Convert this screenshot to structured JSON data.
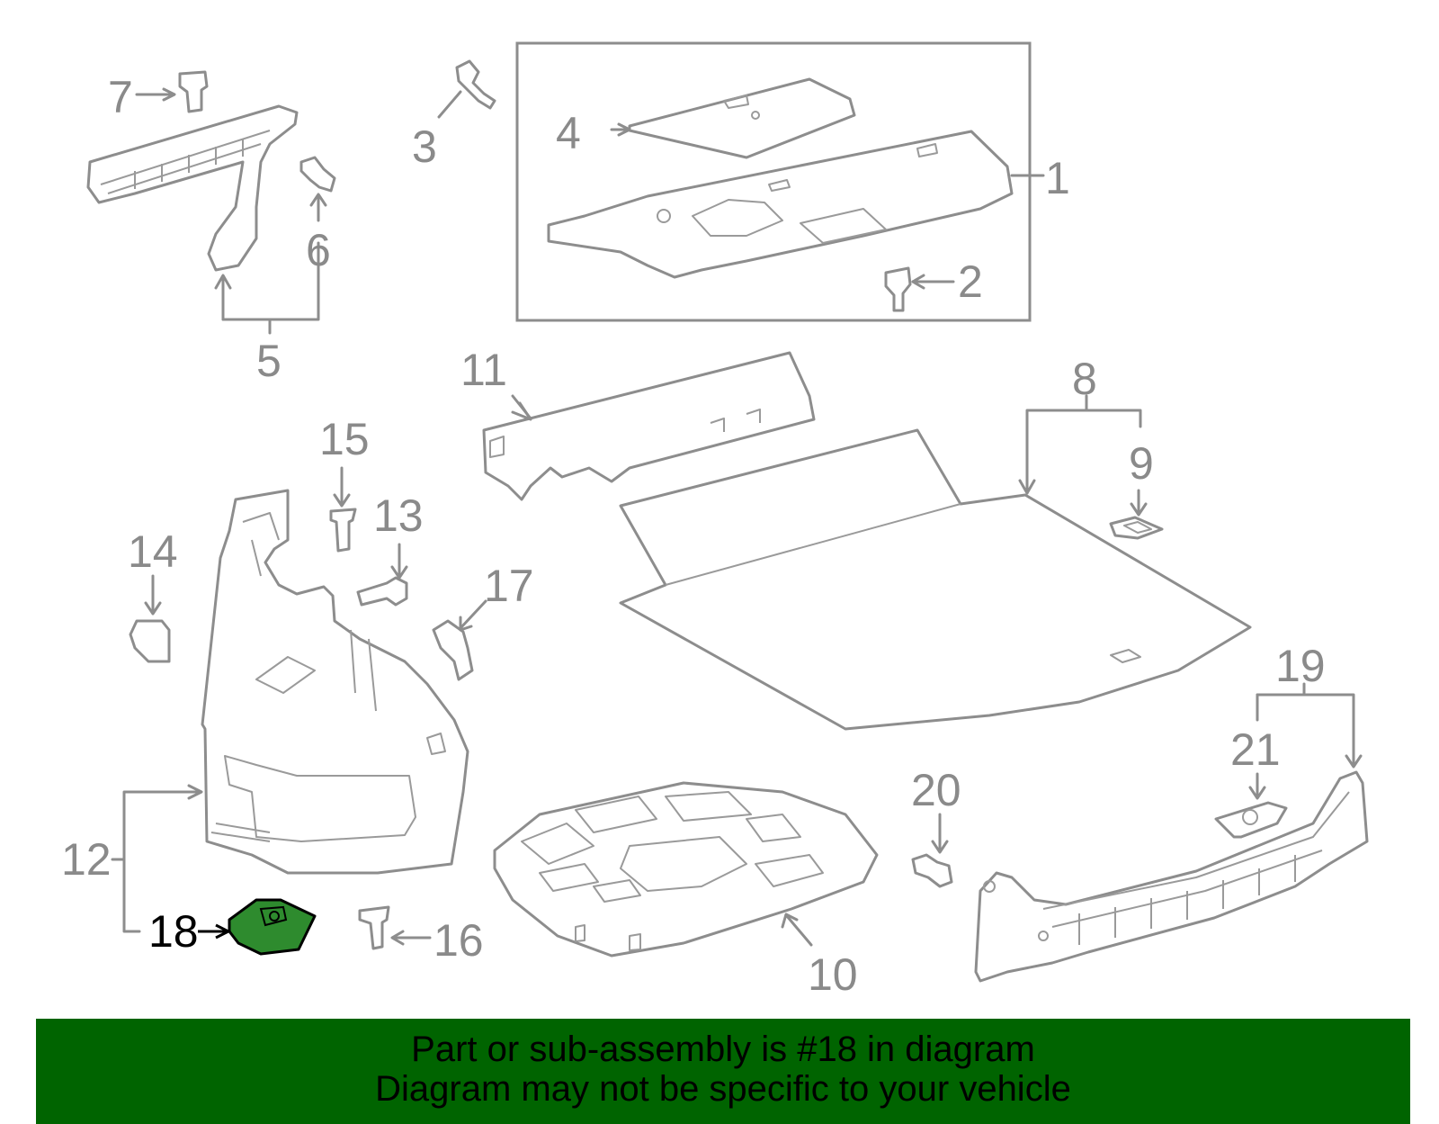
{
  "callouts": {
    "c1": "1",
    "c2": "2",
    "c3": "3",
    "c4": "4",
    "c5": "5",
    "c6": "6",
    "c7": "7",
    "c8": "8",
    "c9": "9",
    "c10": "10",
    "c11": "11",
    "c12": "12",
    "c13": "13",
    "c14": "14",
    "c15": "15",
    "c16": "16",
    "c17": "17",
    "c18": "18",
    "c19": "19",
    "c20": "20",
    "c21": "21"
  },
  "highlighted_part": "18",
  "colors": {
    "line": "#8d8d8d",
    "highlight": "#2e8b2e",
    "banner": "#006400"
  },
  "footer": {
    "line1": "Part or sub-assembly is #18 in diagram",
    "line2": "Diagram may not be specific to your vehicle"
  }
}
